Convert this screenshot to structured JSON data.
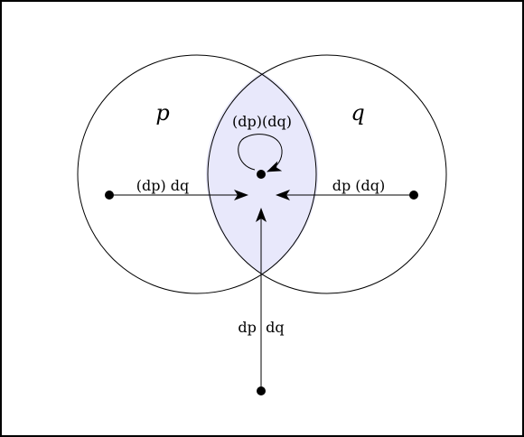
{
  "diagram": {
    "label_p": "p",
    "label_q": "q",
    "label_center": "(dp)(dq)",
    "label_left_arrow": "(dp) dq",
    "label_right_arrow": "dp (dq)",
    "label_bottom_arrow": "dp  dq",
    "colors": {
      "lens_fill": "#e8e8fb",
      "stroke": "#000000",
      "background": "#ffffff"
    }
  }
}
